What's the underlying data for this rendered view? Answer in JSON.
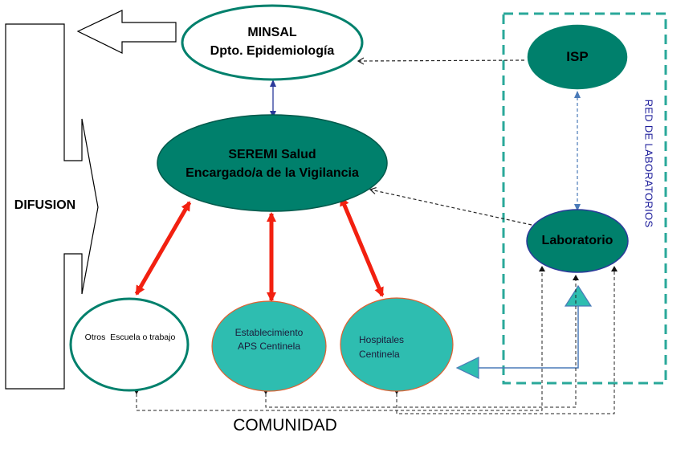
{
  "nodes": {
    "minsal": {
      "line1": "MINSAL",
      "line2": "Dpto. Epidemiología"
    },
    "seremi": {
      "line1": "SEREMI Salud",
      "line2": "Encargado/a de la Vigilancia"
    },
    "isp": {
      "label": "ISP"
    },
    "laboratorio": {
      "label": "Laboratorio"
    },
    "otros": {
      "label": "Otros  Escuela o trabajo"
    },
    "aps": {
      "line1": "Establecimiento",
      "line2": "APS Centinela"
    },
    "hospitales": {
      "line1": "Hospitales",
      "line2": "Centinela"
    },
    "difusion": {
      "label": "DIFUSION"
    },
    "comunidad": {
      "label": "COMUNIDAD"
    },
    "red": {
      "label": "RED DE LABORATORIOS"
    }
  },
  "colors": {
    "dark_teal": "#00806c",
    "light_teal": "#2ebdb0",
    "red_arrow": "#f22010",
    "dashed_box": "#2aa89a",
    "blue_link": "#4a7ab8",
    "red_label": "#1b1b9a"
  }
}
